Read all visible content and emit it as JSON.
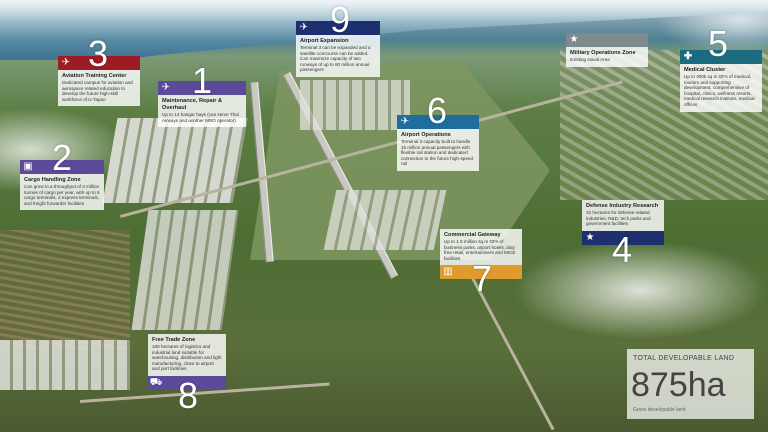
{
  "callouts": [
    {
      "id": "3",
      "title": "Aviation Training Center",
      "desc": "Dedicated campus for aviation and aerospace related education to develop the future high-skill workforce of U-Tapao",
      "color": "#9c1b24",
      "icon": "airplane-icon"
    },
    {
      "id": "1",
      "title": "Maintenance, Repair & Overhaul",
      "desc": "Up to 14 hangar bays (can serve Thai Airways and another MRO operator)",
      "color": "#5b4a9a",
      "icon": "airplane-icon"
    },
    {
      "id": "9",
      "title": "Airport Expansion",
      "desc": "Terminal 3 can be expanded and a satellite concourse can be added. Can maximize capacity of two runways of up to 60 million annual passengers",
      "color": "#1d2f6e",
      "icon": "airplane-icon"
    },
    {
      "id": "6",
      "title": "Airport Operations",
      "desc": "Terminal 3 capacity built to handle 15 million annual passengers with flexible rail station and dedicated connection to the future high-speed rail",
      "color": "#1f6d9e",
      "icon": "airplane-icon"
    },
    {
      "id": "5",
      "title": "Medical Cluster",
      "desc": "Up to 400k sq.m GFA of medical, tourism and supporting development, comprehensive of hospital, clinics, wellness resorts, medical research institute, medical offices",
      "color": "#1b6b80",
      "icon": "medical-cross-icon"
    },
    {
      "id": "2",
      "title": "Cargo Handling Zone",
      "desc": "Can grow to a throughput of 3 million tonnes of cargo per year, with up to 6 cargo terminals, 2 express terminals, and freight forwarder facilities",
      "color": "#5b4a9a",
      "icon": "cargo-box-icon"
    },
    {
      "id": "military",
      "title": "Military Operations Zone",
      "desc": "Existing Naval Area",
      "color": "#7e8a8e",
      "icon": "star-icon"
    },
    {
      "id": "4",
      "title": "Defense Industry Research",
      "desc": "32 hectares for defense related industries, R&D, tech parks and government facilities",
      "color": "#1d2f6e",
      "icon": "star-icon"
    },
    {
      "id": "7",
      "title": "Commercial Gateway",
      "desc": "Up to 1.5 million sq.m GFA of business parks, airport hotels, duty free retail, entertainment and MICE facilities",
      "color": "#e09a2e",
      "icon": "building-icon"
    },
    {
      "id": "8",
      "title": "Free Trade Zone",
      "desc": "180 hectares of logistics and industrial land suitable for warehousing, distribution and light manufacturing, close to airport and port facilities",
      "color": "#5b4a9a",
      "icon": "forklift-icon"
    }
  ],
  "total": {
    "label": "TOTAL DEVELOPABLE LAND",
    "value": "875",
    "unit": "ha",
    "note": "Gross developable land"
  }
}
